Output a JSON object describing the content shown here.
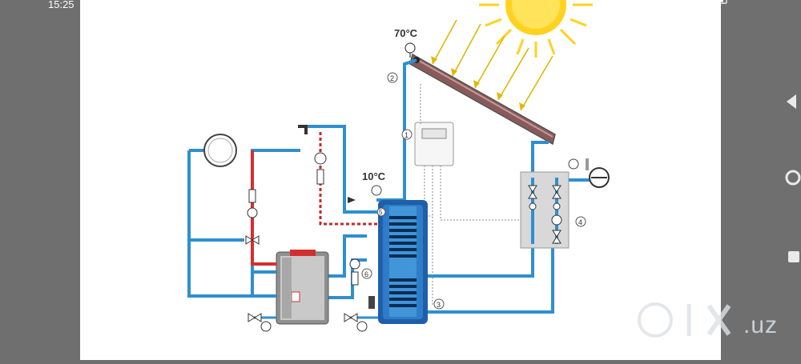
{
  "status_bar": {
    "time": "15:25"
  },
  "diagram": {
    "collector_temp": "70°C",
    "tank_temp": "10°C",
    "labels": [
      "1",
      "2",
      "3",
      "4",
      "5",
      "6"
    ]
  },
  "watermark": {
    "text": ".uz"
  },
  "colors": {
    "hot_pipe": "#d3232a",
    "cold_pipe": "#2f8fd0",
    "tank": "#1f5fa8",
    "sun": "#ffd21f",
    "collector": "#b06b6b"
  },
  "icons": [
    "back-icon",
    "home-icon",
    "recents-icon",
    "battery-icon",
    "sun-icon"
  ]
}
